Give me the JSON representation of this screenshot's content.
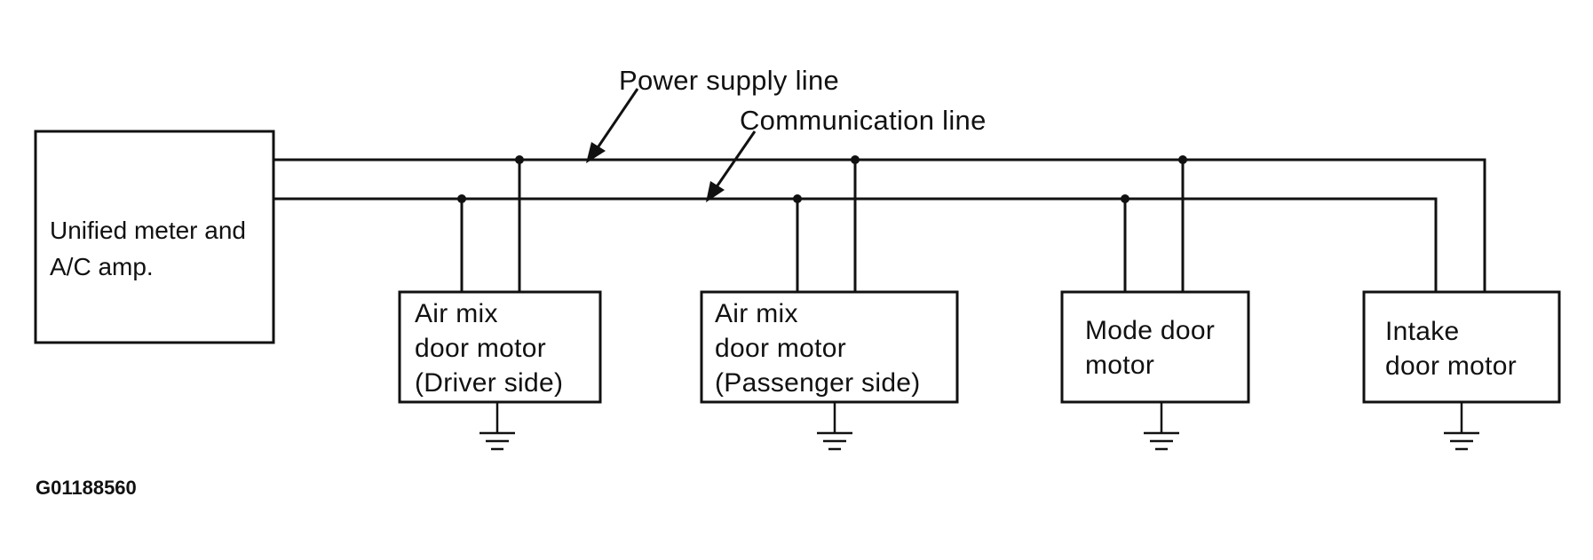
{
  "diagram": {
    "lines": {
      "power_supply": "Power supply line",
      "communication": "Communication line"
    },
    "controller": {
      "label": "Unified meter and\nA/C amp."
    },
    "motors": [
      {
        "label": "Air mix\ndoor motor\n(Driver side)"
      },
      {
        "label": "Air mix\ndoor motor\n(Passenger side)"
      },
      {
        "label": "Mode door\nmotor"
      },
      {
        "label": "Intake\ndoor motor"
      }
    ],
    "figure_id": "G01188560",
    "colors": {
      "line": "#111111",
      "background": "#ffffff"
    }
  }
}
